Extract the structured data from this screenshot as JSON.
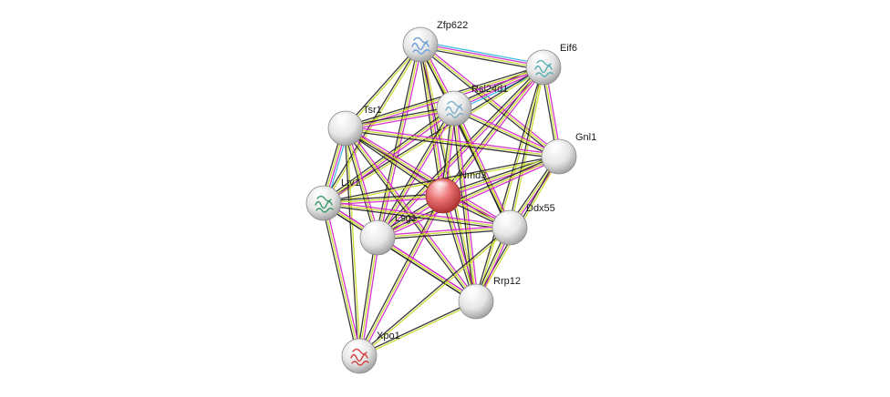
{
  "nodes": [
    {
      "id": "Zfp622",
      "label": "Zfp622",
      "kind": "structure",
      "accent": "#6aa0d8"
    },
    {
      "id": "Eif6",
      "label": "Eif6",
      "kind": "structure",
      "accent": "#58b0b0"
    },
    {
      "id": "Rsl24d1",
      "label": "Rsl24d1",
      "kind": "structure",
      "accent": "#7ab0c8"
    },
    {
      "id": "Tsr1",
      "label": "Tsr1",
      "kind": "plain"
    },
    {
      "id": "Gnl1",
      "label": "Gnl1",
      "kind": "plain"
    },
    {
      "id": "Nmd3",
      "label": "Nmd3",
      "kind": "query"
    },
    {
      "id": "Ltv1",
      "label": "Ltv1",
      "kind": "structure",
      "accent": "#3a9a6a"
    },
    {
      "id": "Lsg1",
      "label": "Lsg1",
      "kind": "plain"
    },
    {
      "id": "Ddx55",
      "label": "Ddx55",
      "kind": "plain"
    },
    {
      "id": "Rrp12",
      "label": "Rrp12",
      "kind": "plain"
    },
    {
      "id": "Xpo1",
      "label": "Xpo1",
      "kind": "structure",
      "accent": "#d04040"
    }
  ],
  "evidence_colors": {
    "database": "#2ab7e0",
    "experiment": "#d020c8",
    "textmining": "#c8d820",
    "coexpression": "#222222"
  },
  "edges": [
    {
      "a": "Zfp622",
      "b": "Eif6",
      "ev": [
        "database",
        "experiment",
        "textmining",
        "coexpression"
      ]
    },
    {
      "a": "Zfp622",
      "b": "Rsl24d1",
      "ev": [
        "experiment",
        "textmining",
        "coexpression"
      ]
    },
    {
      "a": "Zfp622",
      "b": "Tsr1",
      "ev": [
        "textmining",
        "coexpression"
      ]
    },
    {
      "a": "Zfp622",
      "b": "Gnl1",
      "ev": [
        "experiment",
        "textmining",
        "coexpression"
      ]
    },
    {
      "a": "Zfp622",
      "b": "Nmd3",
      "ev": [
        "experiment",
        "textmining",
        "coexpression"
      ]
    },
    {
      "a": "Zfp622",
      "b": "Ltv1",
      "ev": [
        "textmining",
        "coexpression"
      ]
    },
    {
      "a": "Zfp622",
      "b": "Lsg1",
      "ev": [
        "experiment",
        "textmining",
        "coexpression"
      ]
    },
    {
      "a": "Zfp622",
      "b": "Ddx55",
      "ev": [
        "textmining",
        "coexpression"
      ]
    },
    {
      "a": "Zfp622",
      "b": "Rrp12",
      "ev": [
        "textmining",
        "coexpression"
      ]
    },
    {
      "a": "Eif6",
      "b": "Rsl24d1",
      "ev": [
        "database",
        "experiment",
        "textmining",
        "coexpression"
      ]
    },
    {
      "a": "Eif6",
      "b": "Tsr1",
      "ev": [
        "experiment",
        "textmining",
        "coexpression"
      ]
    },
    {
      "a": "Eif6",
      "b": "Gnl1",
      "ev": [
        "experiment",
        "textmining",
        "coexpression"
      ]
    },
    {
      "a": "Eif6",
      "b": "Nmd3",
      "ev": [
        "experiment",
        "textmining",
        "coexpression"
      ]
    },
    {
      "a": "Eif6",
      "b": "Ltv1",
      "ev": [
        "textmining",
        "coexpression"
      ]
    },
    {
      "a": "Eif6",
      "b": "Lsg1",
      "ev": [
        "experiment",
        "textmining",
        "coexpression"
      ]
    },
    {
      "a": "Eif6",
      "b": "Ddx55",
      "ev": [
        "textmining",
        "coexpression"
      ]
    },
    {
      "a": "Eif6",
      "b": "Rrp12",
      "ev": [
        "textmining",
        "coexpression"
      ]
    },
    {
      "a": "Rsl24d1",
      "b": "Tsr1",
      "ev": [
        "experiment",
        "textmining",
        "coexpression"
      ]
    },
    {
      "a": "Rsl24d1",
      "b": "Gnl1",
      "ev": [
        "experiment",
        "textmining",
        "coexpression"
      ]
    },
    {
      "a": "Rsl24d1",
      "b": "Nmd3",
      "ev": [
        "experiment",
        "textmining",
        "coexpression"
      ]
    },
    {
      "a": "Rsl24d1",
      "b": "Ltv1",
      "ev": [
        "experiment",
        "textmining",
        "coexpression"
      ]
    },
    {
      "a": "Rsl24d1",
      "b": "Lsg1",
      "ev": [
        "experiment",
        "textmining",
        "coexpression"
      ]
    },
    {
      "a": "Rsl24d1",
      "b": "Ddx55",
      "ev": [
        "experiment",
        "textmining",
        "coexpression"
      ]
    },
    {
      "a": "Rsl24d1",
      "b": "Rrp12",
      "ev": [
        "experiment",
        "textmining",
        "coexpression"
      ]
    },
    {
      "a": "Tsr1",
      "b": "Gnl1",
      "ev": [
        "experiment",
        "textmining",
        "coexpression"
      ]
    },
    {
      "a": "Tsr1",
      "b": "Nmd3",
      "ev": [
        "experiment",
        "textmining",
        "coexpression"
      ]
    },
    {
      "a": "Tsr1",
      "b": "Ltv1",
      "ev": [
        "database",
        "experiment",
        "textmining",
        "coexpression"
      ]
    },
    {
      "a": "Tsr1",
      "b": "Lsg1",
      "ev": [
        "experiment",
        "textmining",
        "coexpression"
      ]
    },
    {
      "a": "Tsr1",
      "b": "Ddx55",
      "ev": [
        "experiment",
        "textmining",
        "coexpression"
      ]
    },
    {
      "a": "Tsr1",
      "b": "Rrp12",
      "ev": [
        "experiment",
        "textmining",
        "coexpression"
      ]
    },
    {
      "a": "Tsr1",
      "b": "Xpo1",
      "ev": [
        "textmining",
        "coexpression"
      ]
    },
    {
      "a": "Gnl1",
      "b": "Nmd3",
      "ev": [
        "experiment",
        "textmining",
        "coexpression"
      ]
    },
    {
      "a": "Gnl1",
      "b": "Ltv1",
      "ev": [
        "textmining",
        "coexpression"
      ]
    },
    {
      "a": "Gnl1",
      "b": "Lsg1",
      "ev": [
        "experiment",
        "textmining",
        "coexpression"
      ]
    },
    {
      "a": "Gnl1",
      "b": "Ddx55",
      "ev": [
        "experiment",
        "textmining",
        "coexpression"
      ]
    },
    {
      "a": "Gnl1",
      "b": "Rrp12",
      "ev": [
        "textmining",
        "coexpression"
      ]
    },
    {
      "a": "Nmd3",
      "b": "Ltv1",
      "ev": [
        "experiment",
        "textmining",
        "coexpression"
      ]
    },
    {
      "a": "Nmd3",
      "b": "Lsg1",
      "ev": [
        "experiment",
        "textmining",
        "coexpression"
      ]
    },
    {
      "a": "Nmd3",
      "b": "Ddx55",
      "ev": [
        "experiment",
        "textmining",
        "coexpression"
      ]
    },
    {
      "a": "Nmd3",
      "b": "Rrp12",
      "ev": [
        "experiment",
        "textmining",
        "coexpression"
      ]
    },
    {
      "a": "Nmd3",
      "b": "Xpo1",
      "ev": [
        "experiment",
        "textmining",
        "coexpression"
      ]
    },
    {
      "a": "Ltv1",
      "b": "Lsg1",
      "ev": [
        "experiment",
        "textmining",
        "coexpression"
      ]
    },
    {
      "a": "Ltv1",
      "b": "Ddx55",
      "ev": [
        "experiment",
        "textmining",
        "coexpression"
      ]
    },
    {
      "a": "Ltv1",
      "b": "Rrp12",
      "ev": [
        "experiment",
        "textmining",
        "coexpression"
      ]
    },
    {
      "a": "Ltv1",
      "b": "Xpo1",
      "ev": [
        "experiment",
        "textmining",
        "coexpression"
      ]
    },
    {
      "a": "Lsg1",
      "b": "Ddx55",
      "ev": [
        "experiment",
        "textmining",
        "coexpression"
      ]
    },
    {
      "a": "Lsg1",
      "b": "Rrp12",
      "ev": [
        "experiment",
        "textmining",
        "coexpression"
      ]
    },
    {
      "a": "Lsg1",
      "b": "Xpo1",
      "ev": [
        "experiment",
        "textmining",
        "coexpression"
      ]
    },
    {
      "a": "Ddx55",
      "b": "Rrp12",
      "ev": [
        "experiment",
        "textmining",
        "coexpression"
      ]
    },
    {
      "a": "Ddx55",
      "b": "Xpo1",
      "ev": [
        "textmining",
        "coexpression"
      ]
    },
    {
      "a": "Rrp12",
      "b": "Xpo1",
      "ev": [
        "textmining",
        "coexpression"
      ]
    }
  ]
}
